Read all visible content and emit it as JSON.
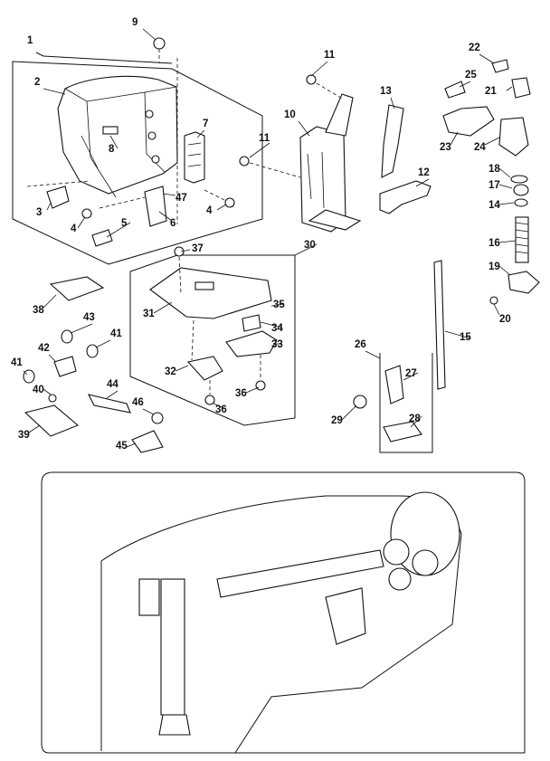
{
  "diagram": {
    "callouts": [
      "1",
      "2",
      "3",
      "4",
      "4",
      "5",
      "6",
      "7",
      "8",
      "9",
      "10",
      "11",
      "11",
      "12",
      "13",
      "14",
      "15",
      "16",
      "17",
      "18",
      "19",
      "20",
      "21",
      "22",
      "23",
      "24",
      "25",
      "26",
      "27",
      "28",
      "29",
      "30",
      "31",
      "32",
      "33",
      "34",
      "35",
      "36",
      "36",
      "37",
      "38",
      "39",
      "40",
      "41",
      "41",
      "42",
      "43",
      "44",
      "45",
      "46",
      "47"
    ]
  }
}
